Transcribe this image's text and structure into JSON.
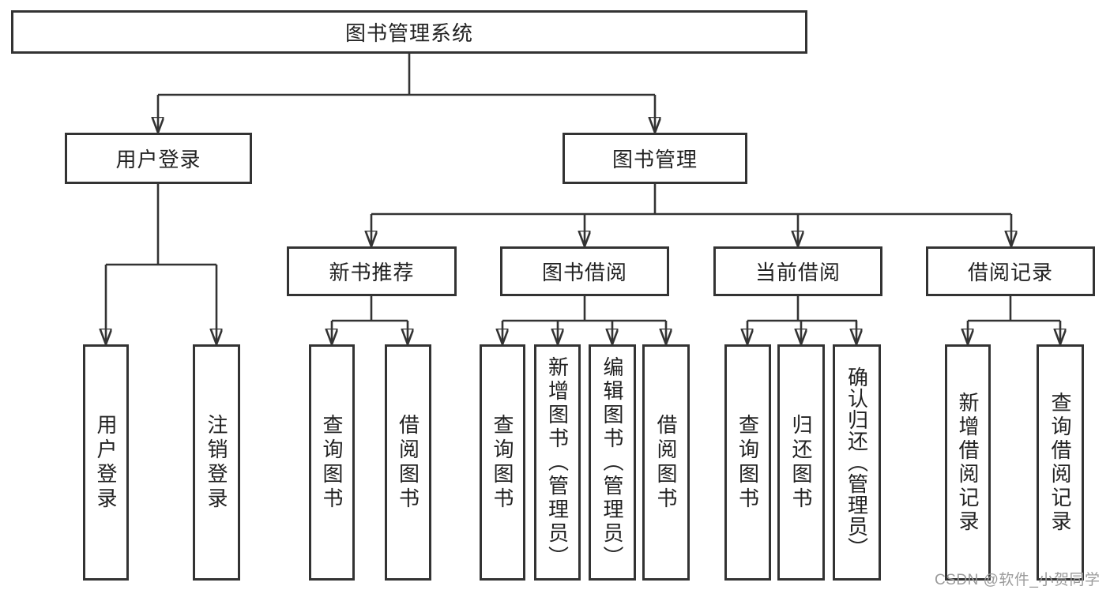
{
  "tree": {
    "label": "图书管理系统",
    "children": [
      {
        "label": "用户登录",
        "children": [
          {
            "label": "用户登录"
          },
          {
            "label": "注销登录"
          }
        ]
      },
      {
        "label": "图书管理",
        "children": [
          {
            "label": "新书推荐",
            "children": [
              {
                "label": "查询图书"
              },
              {
                "label": "借阅图书"
              }
            ]
          },
          {
            "label": "图书借阅",
            "children": [
              {
                "label": "查询图书"
              },
              {
                "label": "新增图书（管理员）"
              },
              {
                "label": "编辑图书（管理员）"
              },
              {
                "label": "借阅图书"
              }
            ]
          },
          {
            "label": "当前借阅",
            "children": [
              {
                "label": "查询图书"
              },
              {
                "label": "归还图书"
              },
              {
                "label": "确认归还（管理员）"
              }
            ]
          },
          {
            "label": "借阅记录",
            "children": [
              {
                "label": "新增借阅记录"
              },
              {
                "label": "查询借阅记录"
              }
            ]
          }
        ]
      }
    ]
  },
  "watermark": {
    "text": "CSDN @软件_小贺同学"
  },
  "colors": {
    "line": "#333333",
    "box_border": "#333333",
    "box_fill": "#ffffff",
    "text": "#222222",
    "watermark": "#9b9b9b",
    "background": "#ffffff"
  }
}
